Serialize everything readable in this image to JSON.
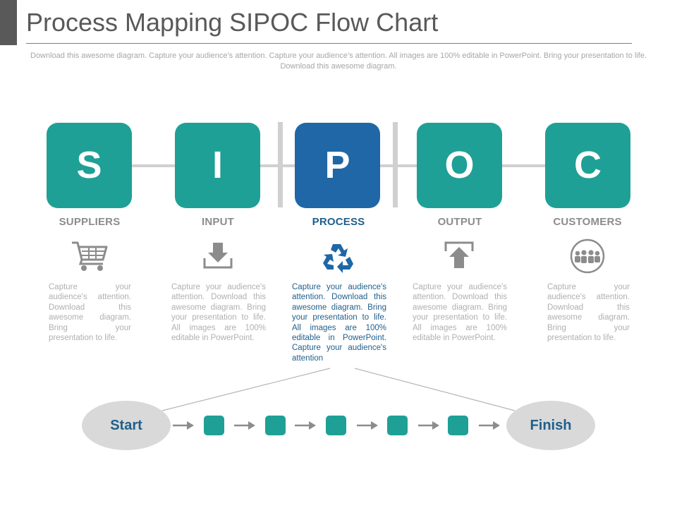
{
  "header": {
    "title": "Process Mapping SIPOC Flow Chart",
    "subtitle": "Download this awesome diagram. Capture your audience’s attention. Capture your audience’s attention. All images are 100% editable in PowerPoint. Bring your presentation to life. Download this awesome diagram."
  },
  "colors": {
    "teal": "#1fa096",
    "blue": "#1f67a6",
    "connector": "#d0d0d0",
    "label_gray": "#8c8c8c",
    "label_active": "#1f5f8b",
    "oval": "#d9d9d9"
  },
  "sipoc": [
    {
      "letter": "S",
      "label": "SUPPLIERS",
      "icon": "shopping-cart-icon",
      "text": "Capture your audience's attention. Download this awesome diagram. Bring your presentation to life."
    },
    {
      "letter": "I",
      "label": "INPUT",
      "icon": "download-icon",
      "text": "Capture your audience's attention. Download this awesome diagram. Bring your presentation to life. All images are 100% editable in PowerPoint."
    },
    {
      "letter": "P",
      "label": "PROCESS",
      "icon": "recycle-icon",
      "text": "Capture your audience's attention. Download this awesome diagram. Bring your presentation to life. All images are 100% editable in PowerPoint. Capture your audience's attention"
    },
    {
      "letter": "O",
      "label": "OUTPUT",
      "icon": "upload-icon",
      "text": "Capture your audience's attention. Download this awesome diagram. Bring your presentation to life. All images are 100% editable in PowerPoint."
    },
    {
      "letter": "C",
      "label": "CUSTOMERS",
      "icon": "people-group-icon",
      "text": "Capture your audience's attention. Download this awesome diagram. Bring your presentation to life."
    }
  ],
  "flow": {
    "start_label": "Start",
    "finish_label": "Finish",
    "step_count": 5
  }
}
